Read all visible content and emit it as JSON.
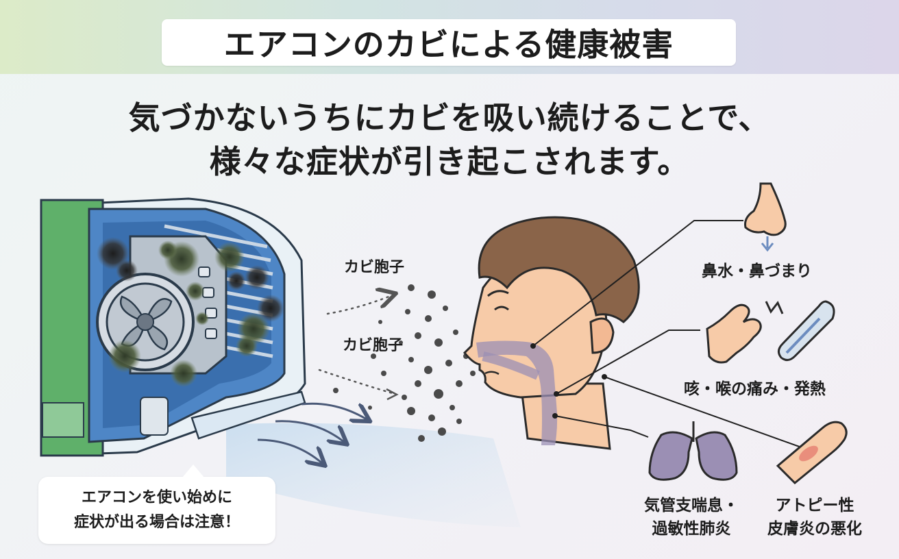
{
  "header": {
    "title": "エアコンのカビによる健康被害"
  },
  "subtitle": {
    "line1": "気づかないうちにカビを吸い続けることで、",
    "line2": "様々な症状が引き起こされます。"
  },
  "spores": {
    "label_top": "カビ胞子",
    "label_bottom": "カビ胞子"
  },
  "symptoms": {
    "nose": "鼻水・鼻づまり",
    "throat": "咳・喉の痛み・発熱",
    "lungs_line1": "気管支喘息・",
    "lungs_line2": "過敏性肺炎",
    "skin_line1": "アトピー性",
    "skin_line2": "皮膚炎の悪化"
  },
  "caution": {
    "line1": "エアコンを使い始めに",
    "line2": "症状が出る場合は注意！"
  },
  "colors": {
    "ac_green": "#5fb06a",
    "mold": "#4a5a3a",
    "airway": "#9b8fb4",
    "skin": "#f7cba8",
    "hair": "#8a6449"
  }
}
